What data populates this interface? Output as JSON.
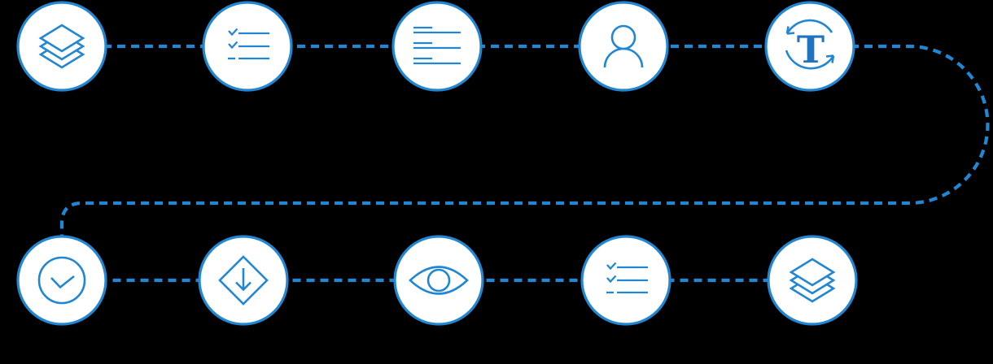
{
  "diagram": {
    "kind": "process-flow",
    "background_color": "#000000",
    "accent_color": "#2287d3",
    "node_fill_color": "#ffffff",
    "t_letter_color": "#1f74c0",
    "letter_t": "T",
    "connector": {
      "style": "dashed",
      "color": "#2287d3",
      "path_description": "left-to-right across top row, u-turn loop on right edge, back left, down into bottom row, left-to-right across bottom row"
    },
    "rows": [
      {
        "name": "top-row",
        "nodes": [
          {
            "icon": "layers-icon"
          },
          {
            "icon": "checklist-icon"
          },
          {
            "icon": "text-lines-icon"
          },
          {
            "icon": "user-icon"
          },
          {
            "icon": "text-refresh-icon"
          }
        ]
      },
      {
        "name": "bottom-row",
        "nodes": [
          {
            "icon": "check-circle-icon"
          },
          {
            "icon": "download-diamond-icon"
          },
          {
            "icon": "eye-icon"
          },
          {
            "icon": "checklist-icon"
          },
          {
            "icon": "layers-icon"
          }
        ]
      }
    ]
  }
}
